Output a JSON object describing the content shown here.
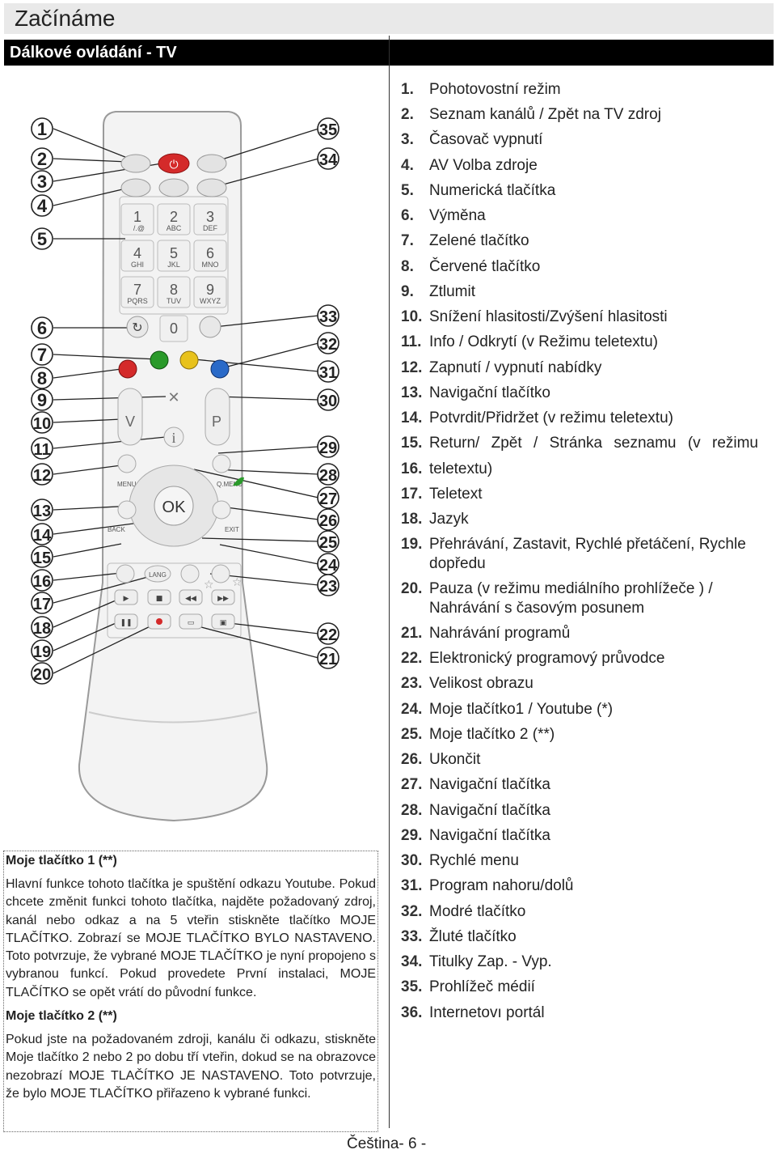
{
  "header": {
    "title": "Začínáme",
    "subtitle": "Dálkové ovládání - TV"
  },
  "remote": {
    "callouts_left": [
      "1",
      "2",
      "3",
      "4",
      "5",
      "6",
      "7",
      "8",
      "9",
      "10",
      "11",
      "12",
      "13",
      "14",
      "15",
      "16",
      "17",
      "18",
      "19",
      "20"
    ],
    "callouts_right": [
      "35",
      "34",
      "33",
      "32",
      "31",
      "30",
      "29",
      "28",
      "27",
      "26",
      "25",
      "24",
      "23",
      "22",
      "21"
    ],
    "keys": {
      "k1": "1",
      "k1s": "/.@",
      "k2": "2",
      "k2s": "ABC",
      "k3": "3",
      "k3s": "DEF",
      "k4": "4",
      "k4s": "GHI",
      "k5": "5",
      "k5s": "JKL",
      "k6": "6",
      "k6s": "MNO",
      "k7": "7",
      "k7s": "PQRS",
      "k8": "8",
      "k8s": "TUV",
      "k9": "9",
      "k9s": "WXYZ",
      "k0": "0",
      "v": "V",
      "p": "P",
      "info": "i",
      "ok": "OK",
      "menu": "MENU",
      "qmenu": "Q.MENU",
      "back": "BACK",
      "exit": "EXIT",
      "lang": "LANG"
    }
  },
  "legend": [
    {
      "n": "1.",
      "t": "Pohotovostní režim"
    },
    {
      "n": "2.",
      "t": "Seznam kanálů / Zpět na TV zdroj"
    },
    {
      "n": "3.",
      "t": "Časovač vypnutí"
    },
    {
      "n": "4.",
      "t": "AV Volba zdroje"
    },
    {
      "n": "5.",
      "t": "Numerická tlačítka"
    },
    {
      "n": "6.",
      "t": "Výměna"
    },
    {
      "n": "7.",
      "t": "Zelené tlačítko"
    },
    {
      "n": "8.",
      "t": "Červené tlačítko"
    },
    {
      "n": "9.",
      "t": "Ztlumit"
    },
    {
      "n": "10.",
      "t": "Snížení hlasitosti/Zvýšení hlasitosti"
    },
    {
      "n": "11.",
      "t": "Info / Odkrytí (v Režimu teletextu)"
    },
    {
      "n": "12.",
      "t": "Zapnutí / vypnutí nabídky"
    },
    {
      "n": "13.",
      "t": "Navigační tlačítko"
    },
    {
      "n": "14.",
      "t": "Potvrdit/Přidržet (v režimu teletextu)"
    },
    {
      "n": "15.",
      "t": "Return/ Zpět / Stránka seznamu (v režimu"
    },
    {
      "n": "16.",
      "t": "teletextu)"
    },
    {
      "n": "17.",
      "t": "Teletext"
    },
    {
      "n": "18.",
      "t": "Jazyk"
    },
    {
      "n": "19.",
      "t": "Přehrávání, Zastavit, Rychlé přetáčení, Rychle dopředu"
    },
    {
      "n": "20.",
      "t": "Pauza  (v režimu mediálního prohlížeče )  / Nahrávání s časovým posunem"
    },
    {
      "n": "21.",
      "t": "Nahrávání programů"
    },
    {
      "n": "22.",
      "t": "Elektronický programový průvodce"
    },
    {
      "n": "23.",
      "t": "Velikost obrazu"
    },
    {
      "n": "24.",
      "t": "Moje tlačítko1 / Youtube (*)"
    },
    {
      "n": "25.",
      "t": "Moje tlačítko 2 (**)"
    },
    {
      "n": "26.",
      "t": "Ukončit"
    },
    {
      "n": "27.",
      "t": "Navigační tlačítka"
    },
    {
      "n": "28.",
      "t": "Navigační tlačítka"
    },
    {
      "n": "29.",
      "t": "Navigační tlačítka"
    },
    {
      "n": "30.",
      "t": "Rychlé menu"
    },
    {
      "n": "31.",
      "t": "Program nahoru/dolů"
    },
    {
      "n": "32.",
      "t": "Modré tlačítko"
    },
    {
      "n": "33.",
      "t": "Žluté tlačítko"
    },
    {
      "n": "34.",
      "t": "Titulky Zap. - Vyp."
    },
    {
      "n": "35.",
      "t": "Prohlížeč médií"
    },
    {
      "n": "36.",
      "t": "Internetovı portál"
    }
  ],
  "notes": {
    "h1": "Moje tlačítko 1 (**)",
    "p1": "Hlavní funkce tohoto tlačítka je spuštění odkazu Youtube. Pokud chcete změnit funkci tohoto tlačítka, najděte požadovaný zdroj, kanál nebo odkaz a na 5 vteřin stiskněte tlačítko MOJE TLAČÍTKO. Zobrazí se MOJE TLAČÍTKO BYLO NASTAVENO. Toto potvrzuje, že vybrané MOJE TLAČÍTKO je nyní propojeno s vybranou funkcí. Pokud provedete První instalaci, MOJE TLAČÍTKO se opět vrátí do původní funkce.",
    "h2": "Moje tlačítko 2 (**)",
    "p2": "Pokud jste na požadovaném zdroji, kanálu či odkazu, stiskněte Moje tlačítko 2 nebo 2 po dobu tří vteřin, dokud se na obrazovce nezobrazí MOJE TLAČÍTKO JE NASTAVENO. Toto potvrzuje, že bylo MOJE TLAČÍTKO přiřazeno k vybrané funkci."
  },
  "footer": "Čeština- 6 -",
  "colors": {
    "red": "#d42a2a",
    "green": "#2a9a2a",
    "yellow": "#e8c21c",
    "blue": "#2a6ac8",
    "power": "#d42a2a"
  }
}
